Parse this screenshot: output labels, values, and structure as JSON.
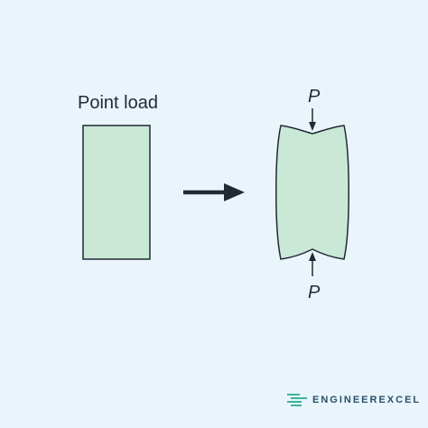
{
  "diagram": {
    "title": "Point load",
    "load_symbol_top": "P",
    "load_symbol_bottom": "P"
  },
  "brand": {
    "logo_text": "ENGINEEREXCEL",
    "logo_icon": "engineerexcel-logo-icon"
  },
  "colors": {
    "background": "#eaf5fb",
    "block_fill": "#c9e8d6",
    "outline": "#1f2a33",
    "logo_accent": "#3bb39b"
  }
}
